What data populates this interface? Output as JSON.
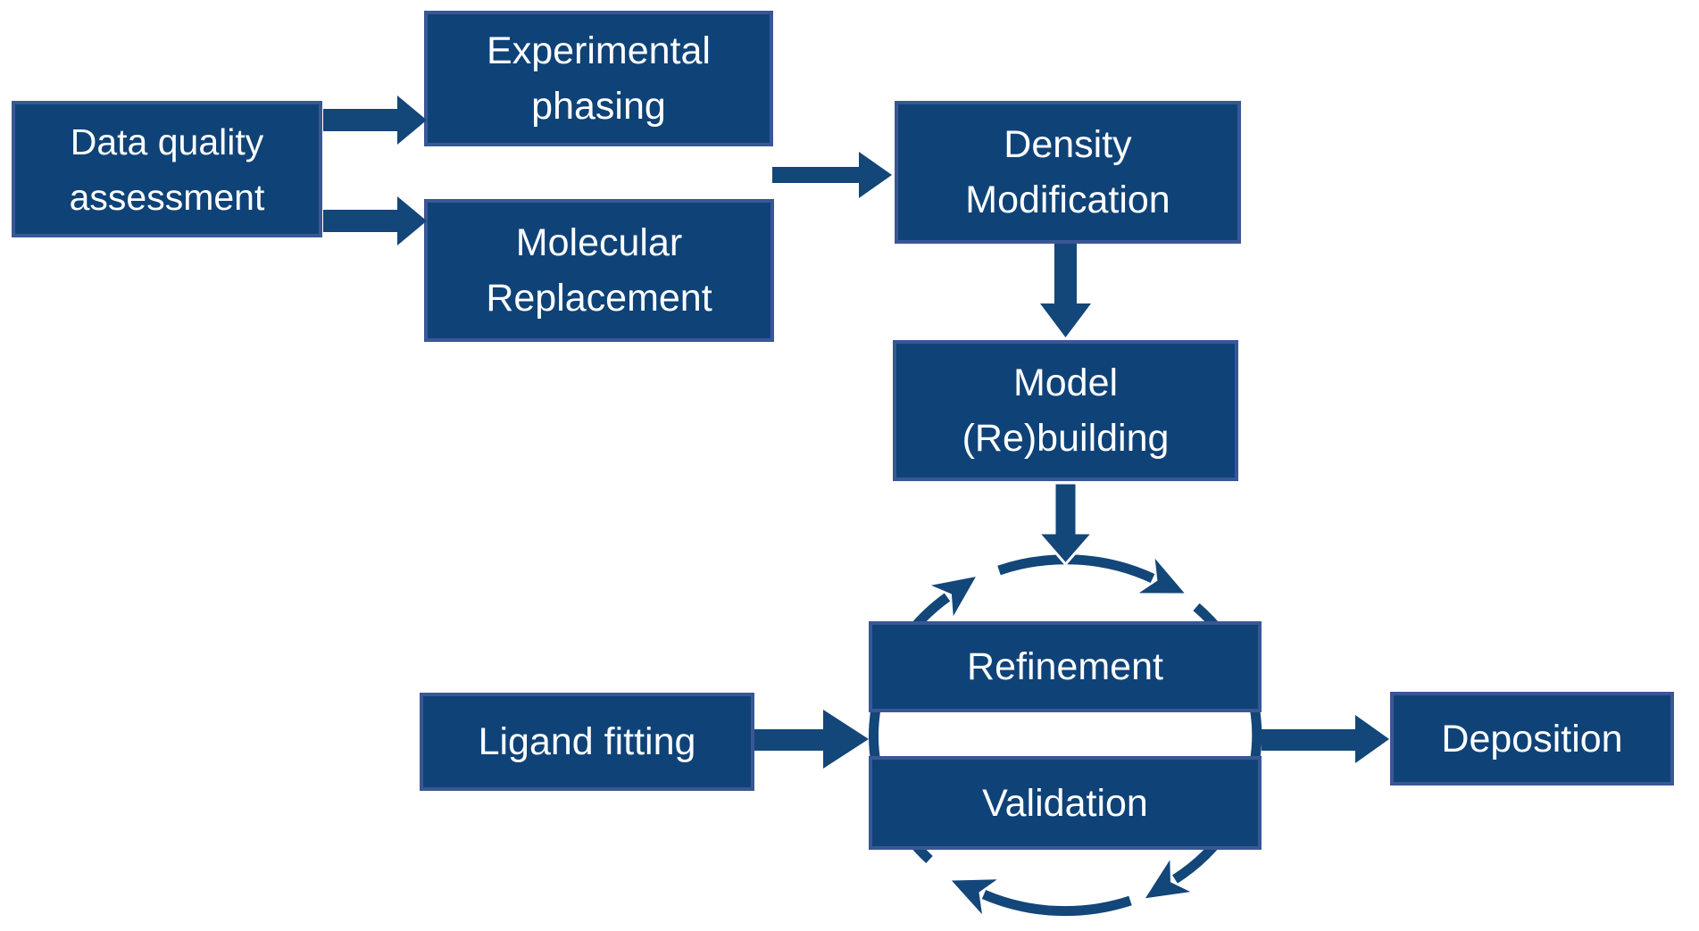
{
  "diagram": {
    "type": "flowchart",
    "background": "#FFFFFF",
    "colors": {
      "box_fill": "#0F4378",
      "box_border": "#3A5795",
      "arrow": "#134679",
      "text": "#FFFFFF"
    },
    "nodes": [
      {
        "id": "data-quality-assessment",
        "lines": [
          "Data quality",
          "assessment"
        ]
      },
      {
        "id": "experimental-phasing",
        "lines": [
          "Experimental",
          "phasing"
        ]
      },
      {
        "id": "molecular-replacement",
        "lines": [
          "Molecular",
          "Replacement"
        ]
      },
      {
        "id": "density-modification",
        "lines": [
          "Density",
          "Modification"
        ]
      },
      {
        "id": "model-rebuilding",
        "lines": [
          "Model",
          "(Re)building"
        ]
      },
      {
        "id": "refinement",
        "lines": [
          "Refinement"
        ]
      },
      {
        "id": "validation",
        "lines": [
          "Validation"
        ]
      },
      {
        "id": "ligand-fitting",
        "lines": [
          "Ligand fitting"
        ]
      },
      {
        "id": "deposition",
        "lines": [
          "Deposition"
        ]
      }
    ],
    "edges": [
      {
        "from": [
          "data-quality-assessment"
        ],
        "to": "experimental-phasing",
        "style": "block-arrow"
      },
      {
        "from": [
          "data-quality-assessment"
        ],
        "to": "molecular-replacement",
        "style": "block-arrow"
      },
      {
        "from": [
          "experimental-phasing",
          "molecular-replacement"
        ],
        "to": "density-modification",
        "style": "block-arrow"
      },
      {
        "from": [
          "density-modification"
        ],
        "to": "model-rebuilding",
        "style": "block-arrow"
      },
      {
        "from": [
          "model-rebuilding"
        ],
        "to": "refinement-validation-cycle",
        "style": "block-arrow"
      },
      {
        "from": [
          "ligand-fitting"
        ],
        "to": "refinement-validation-cycle",
        "style": "block-arrow"
      },
      {
        "from": [
          "refinement-validation-cycle"
        ],
        "to": "deposition",
        "style": "block-arrow"
      },
      {
        "id": "refinement-validation-cycle",
        "members": [
          "refinement",
          "validation"
        ],
        "style": "circular-arrows",
        "direction": "clockwise"
      }
    ]
  }
}
